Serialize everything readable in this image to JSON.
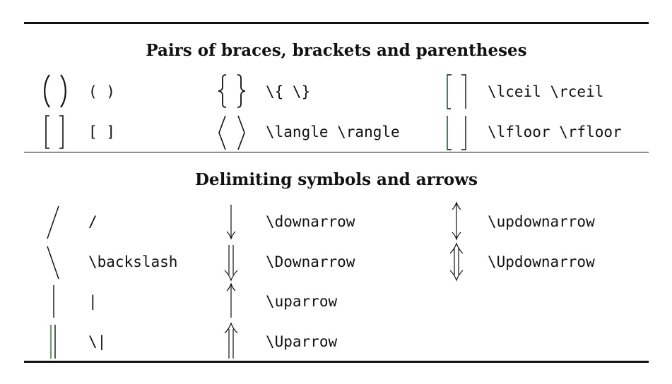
{
  "sections": {
    "pairs": {
      "title": "Pairs of braces, brackets and parentheses",
      "rows": [
        {
          "col1": "( )",
          "col2": "\\{ \\}",
          "col3": "\\lceil \\rceil"
        },
        {
          "col1": "[ ]",
          "col2": "\\langle \\rangle",
          "col3": "\\lfloor \\rfloor"
        }
      ]
    },
    "delims": {
      "title": "Delimiting symbols and arrows",
      "rows": [
        {
          "col1": "/",
          "col2": "\\downarrow",
          "col3": "\\updownarrow"
        },
        {
          "col1": "\\backslash",
          "col2": "\\Downarrow",
          "col3": "\\Updownarrow"
        },
        {
          "col1": "|",
          "col2": "\\uparrow"
        },
        {
          "col1": "\\|",
          "col2": "\\Uparrow"
        }
      ]
    }
  },
  "icons": {
    "parens": "parentheses-icon",
    "braces": "braces-icon",
    "ceil": "ceil-icon",
    "brackets": "square-brackets-icon",
    "angles": "angle-brackets-icon",
    "floor": "floor-icon",
    "slash": "slash-icon",
    "downarrow": "down-arrow-icon",
    "updownarrow": "up-down-arrow-icon",
    "backslash": "backslash-icon",
    "Downarrow": "double-down-arrow-icon",
    "Updownarrow": "double-up-down-arrow-icon",
    "vert": "vertical-bar-icon",
    "uparrow": "up-arrow-icon",
    "Vert": "double-vertical-bar-icon",
    "Uparrow": "double-up-arrow-icon"
  },
  "colors": {
    "ink": "#111111",
    "accent": "#2e7d32"
  }
}
